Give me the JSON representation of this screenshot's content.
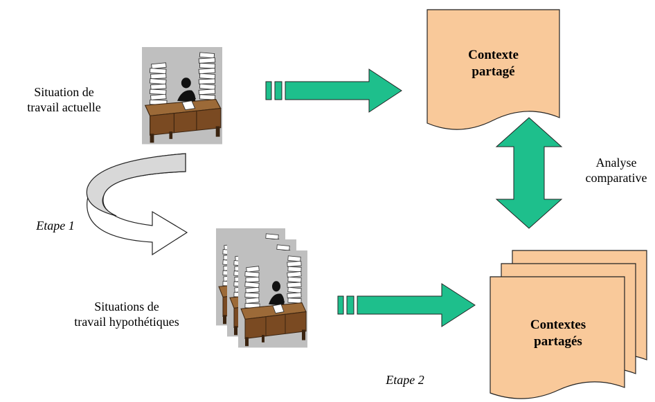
{
  "labels": {
    "current_situation_line1": "Situation de",
    "current_situation_line2": "travail actuelle",
    "hypothetical_line1": "Situations de",
    "hypothetical_line2": "travail hypothétiques",
    "step1": "Etape 1",
    "step2": "Etape 2",
    "analysis_line1": "Analyse",
    "analysis_line2": "comparative"
  },
  "documents": {
    "shared_context_line1": "Contexte",
    "shared_context_line2": "partagé",
    "shared_contexts_line1": "Contextes",
    "shared_contexts_line2": "partagés"
  },
  "colors": {
    "document_fill": "#f9c99a",
    "arrow_fill": "#1ebf8c",
    "desk_brown": "#8b5a2b",
    "clipart_bg": "#c0c0c0",
    "curved_arrow_fill": "#d8d8d8"
  }
}
